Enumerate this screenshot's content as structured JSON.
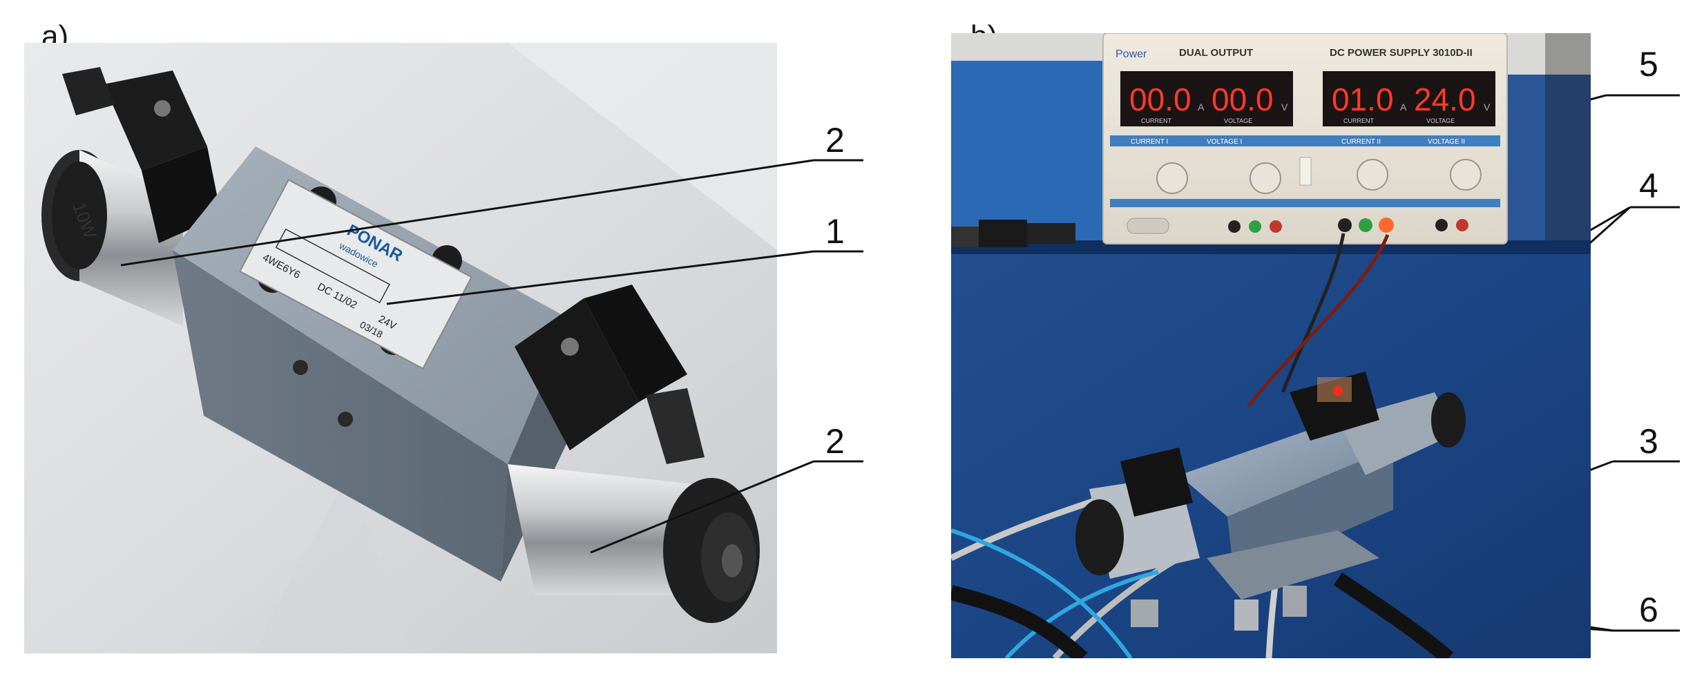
{
  "panel_a": {
    "label": "a)",
    "callouts": [
      "2",
      "1",
      "2"
    ],
    "nameplate": {
      "brand": "PONAR",
      "sub": "wadowice",
      "model": "4WE6Y6",
      "series": "DC 11/02",
      "volt": "24V",
      "date": "03/18"
    },
    "coil_text": "10W"
  },
  "panel_b": {
    "label": "b)",
    "callouts": [
      "5",
      "4",
      "3",
      "6"
    ],
    "power_supply": {
      "brand": "Power",
      "mode": "DUAL OUTPUT",
      "model": "DC POWER SUPPLY 3010D-II",
      "display_1_current": "00.0",
      "display_1_voltage": "00.0",
      "display_2_current": "01.0",
      "display_2_voltage": "24.0",
      "unit_a": "A",
      "unit_v": "V",
      "current_label": "CURRENT",
      "voltage_label": "VOLTAGE",
      "knob_labels": [
        "CURRENT I",
        "VOLTAGE I",
        "CURRENT II",
        "VOLTAGE II"
      ]
    }
  },
  "colors": {
    "panel_bg": "#b7b9bc",
    "valve_body": "#8f9aa6",
    "blue_bench": "#1c4f95",
    "led_red": "#ff2a1a"
  }
}
